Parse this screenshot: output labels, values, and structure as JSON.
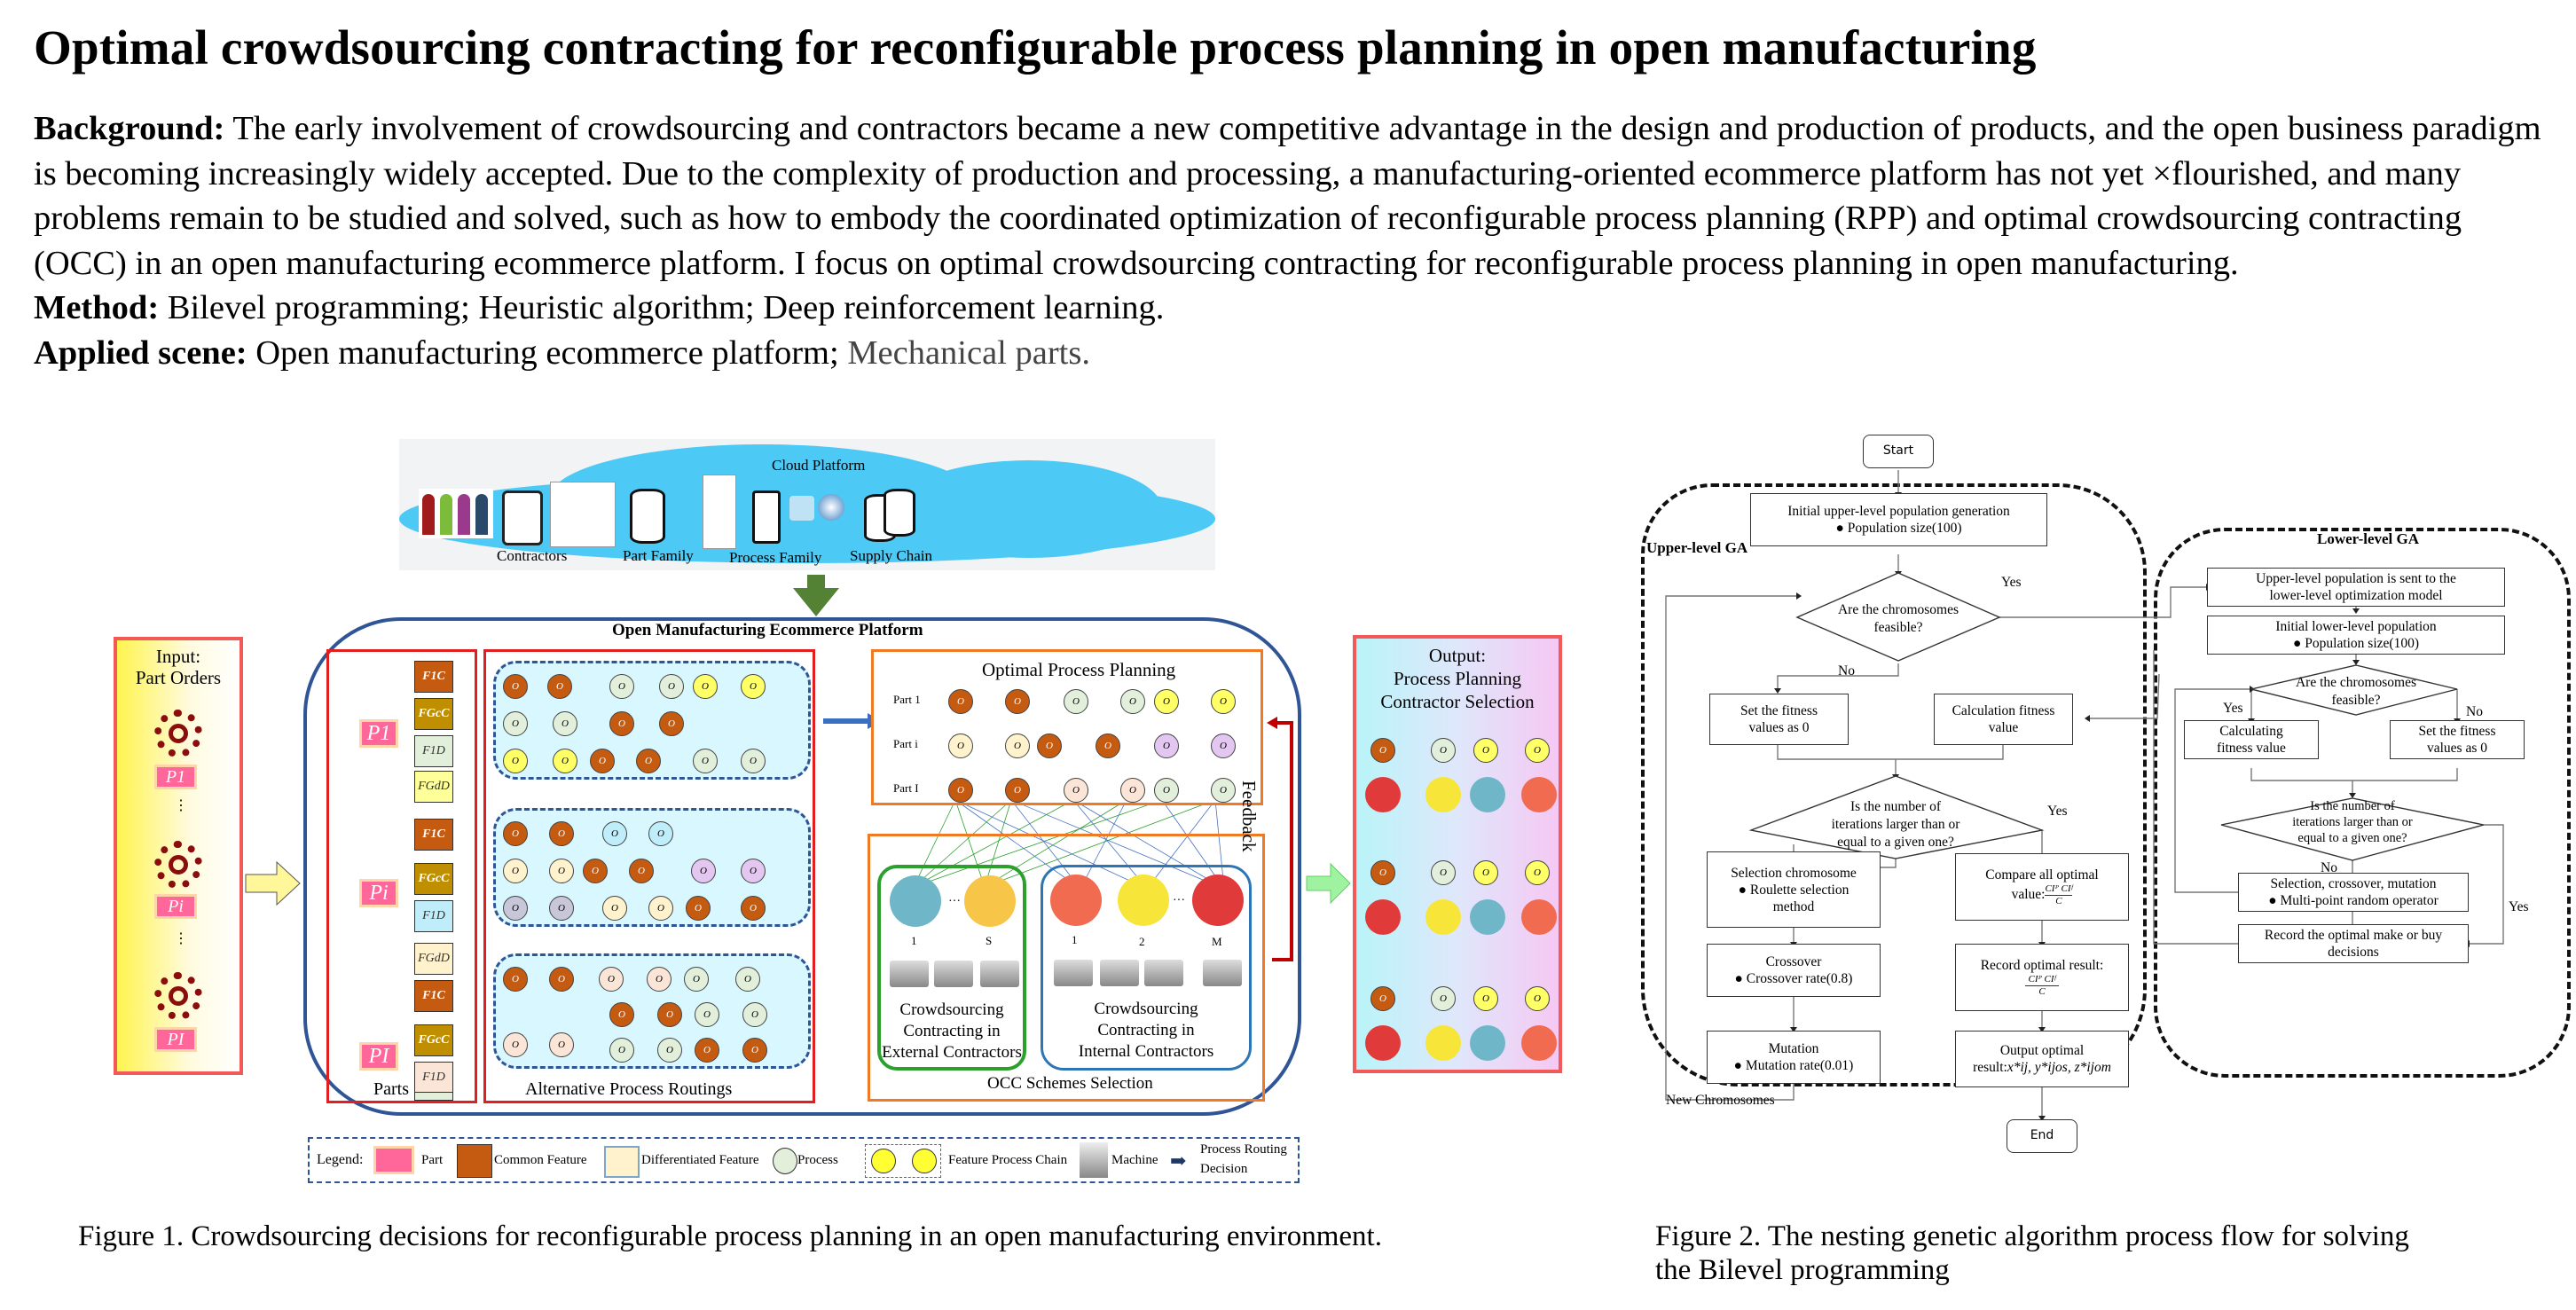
{
  "title": "Optimal crowdsourcing contracting for reconfigurable process planning in open manufacturing",
  "abstract": {
    "background_label": "Background:",
    "background_text": "The early involvement of crowdsourcing and contractors became a new competitive advantage in the design and production of products, and the open business paradigm is becoming increasingly widely accepted. Due to the complexity of production and processing, a manufacturing-oriented ecommerce platform has not yet ×flourished, and many problems remain to be studied and solved, such as how to embody the coordinated optimization of reconfigurable process planning (RPP) and optimal crowdsourcing contracting (OCC) in an open manufacturing ecommerce platform. I focus on optimal crowdsourcing contracting for reconfigurable process planning in open manufacturing.",
    "method_label": "Method:",
    "method_text": "Bilevel programming; Heuristic algorithm; Deep reinforcement learning.",
    "applied_label": "Applied scene:",
    "applied_text_1": "Open manufacturing ecommerce platform;",
    "applied_text_2": "Mechanical parts."
  },
  "figure1": {
    "cloud": {
      "title": "Cloud Platform",
      "labels": [
        "Contractors",
        "Part Family",
        "Process Family",
        "Supply Chain"
      ]
    },
    "platform_title": "Open Manufacturing Ecommerce Platform",
    "input": {
      "title_1": "Input:",
      "title_2": "Part Orders",
      "parts": [
        "P1",
        "Pi",
        "PI"
      ]
    },
    "parts_panel": {
      "label": "Parts",
      "parts": [
        "P1",
        "Pi",
        "PI"
      ],
      "features": [
        "F1C",
        "FGcC",
        "F1D",
        "FGdD"
      ]
    },
    "routings_label": "Alternative Process Routings",
    "optimal_planning": {
      "title": "Optimal Process Planning",
      "rows": [
        "Part 1",
        "Part i",
        "Part I"
      ]
    },
    "occ": {
      "label": "OCC Schemes Selection",
      "external": {
        "title_lines": [
          "Crowdsourcing",
          "Contracting in",
          "External Contractors"
        ],
        "contractors": [
          "1",
          "S"
        ]
      },
      "internal": {
        "title_lines": [
          "Crowdsourcing",
          "Contracting  in",
          "Internal Contractors"
        ],
        "contractors": [
          "1",
          "2",
          "M"
        ]
      }
    },
    "feedback_label": "Feedback",
    "output": {
      "title_1": "Output:",
      "title_2": "Process Planning",
      "title_3": "Contractor Selection"
    },
    "legend": {
      "title": "Legend:",
      "items": [
        "Part",
        "Common Feature",
        "Differentiated Feature",
        "Process",
        "Feature Process Chain",
        "Machine",
        "Process Routing",
        "Decision"
      ]
    },
    "caption": "Figure 1. Crowdsourcing decisions for reconfigurable process planning in an open manufacturing environment."
  },
  "figure2": {
    "start": "Start",
    "end": "End",
    "upper": {
      "title": "Upper-level GA",
      "init_title": "Initial upper-level population generation",
      "init_bullet": "Population size(100)",
      "feasible_q_1": "Are the chromosomes",
      "feasible_q_2": "feasible?",
      "yes": "Yes",
      "no": "No",
      "set_zero_1": "Set the fitness",
      "set_zero_2": "values as 0",
      "calc_1": "Calculation fitness",
      "calc_2": "value",
      "iter_q_1": "Is the number of",
      "iter_q_2": "iterations larger than or",
      "iter_q_3": "equal to a given one?",
      "selection_title": "Selection chromosome",
      "selection_bullet_1": "Roulette selection",
      "selection_bullet_2": "method",
      "crossover_title": "Crossover",
      "crossover_bullet": "Crossover rate(0.8)",
      "mutation_title": "Mutation",
      "mutation_bullet": "Mutation rate(0.01)",
      "new_chrom": "New Chromosomes",
      "compare_1": "Compare all optimal",
      "compare_2": "value:",
      "record_1": "Record optimal result:",
      "output_1": "Output optimal",
      "output_2": "result:",
      "formula_num": "CIᴾ CIᶠ",
      "formula_den": "C",
      "output_vars": "x*ij, y*ijos, z*ijom"
    },
    "lower": {
      "title": "Lower-level GA",
      "sent_1": "Upper-level population is sent to the",
      "sent_2": "lower-level optimization model",
      "init_title": "Initial lower-level population",
      "init_bullet": "Population size(100)",
      "feasible_q_1": "Are the chromosomes",
      "feasible_q_2": "feasible?",
      "yes": "Yes",
      "no": "No",
      "calc_1": "Calculating",
      "calc_2": "fitness value",
      "set_zero_1": "Set the fitness",
      "set_zero_2": "values as 0",
      "iter_q_1": "Is the number of",
      "iter_q_2": "iterations larger than or",
      "iter_q_3": "equal to a given one?",
      "sel_title": "Selection, crossover, mutation",
      "sel_bullet": "Multi-point random operator",
      "record_1": "Record the optimal make or buy",
      "record_2": "decisions"
    },
    "caption_1": "Figure 2. The nesting genetic algorithm process flow for solving",
    "caption_2": "the Bilevel programming"
  },
  "colors": {
    "platform_border": "#2f5597",
    "red_border": "#e02020",
    "orange_border": "#f07a24",
    "cloud": "#4cc9f5",
    "part_pink": "#ff6699",
    "common_feature": "#c55a11",
    "feedback_red": "#c00000"
  }
}
